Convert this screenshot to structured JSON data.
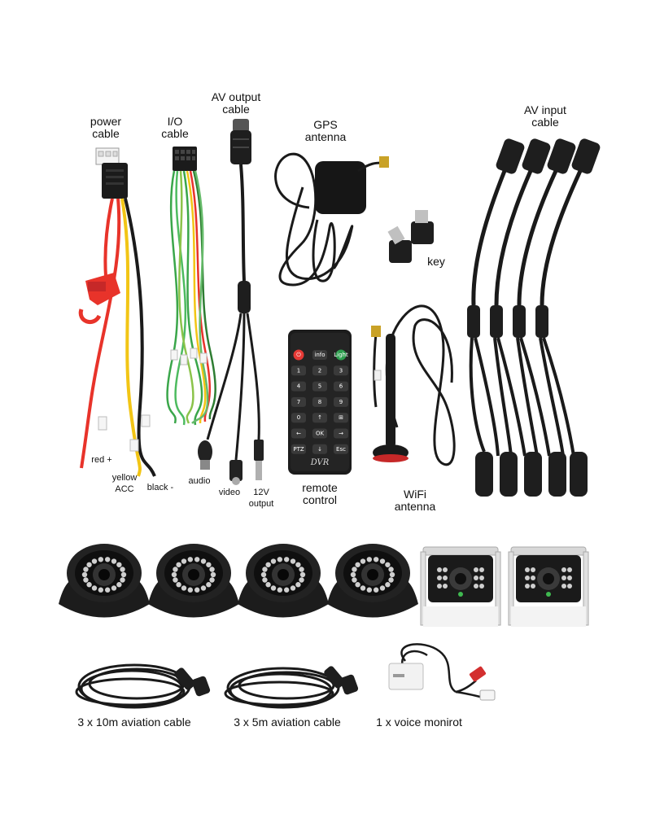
{
  "labels": {
    "power_cable": "power\ncable",
    "io_cable": "I/O\ncable",
    "av_output_cable": "AV output\ncable",
    "gps_antenna": "GPS\nantenna",
    "av_input_cable": "AV input\ncable",
    "key": "key",
    "red_plus": "red +",
    "yellow_acc": "yellow\nACC",
    "black_minus": "black -",
    "audio": "audio",
    "video": "video",
    "v12_output": "12V\noutput",
    "remote_control": "remote\ncontrol",
    "wifi_antenna": "WiFi\nantenna",
    "cable_10m": "3 x 10m aviation cable",
    "cable_5m": "3 x 5m aviation cable",
    "voice_monitor": "1 x voice monirot"
  },
  "remote": {
    "brand": "DVR",
    "keys": [
      "⏻",
      "info",
      "Light",
      "1",
      "2",
      "3",
      "4",
      "5",
      "6",
      "7",
      "8",
      "9",
      "0",
      "↑",
      "⊞",
      "←",
      "OK",
      "→",
      "PTZ",
      "↓",
      "Esc"
    ]
  },
  "colors": {
    "background": "#ffffff",
    "cable_black": "#1a1a1a",
    "wire_red": "#e8332a",
    "wire_yellow": "#f2c515",
    "wire_green": "#3aa64a",
    "power_key": "#e53935",
    "light_key": "#2e9e4f"
  }
}
